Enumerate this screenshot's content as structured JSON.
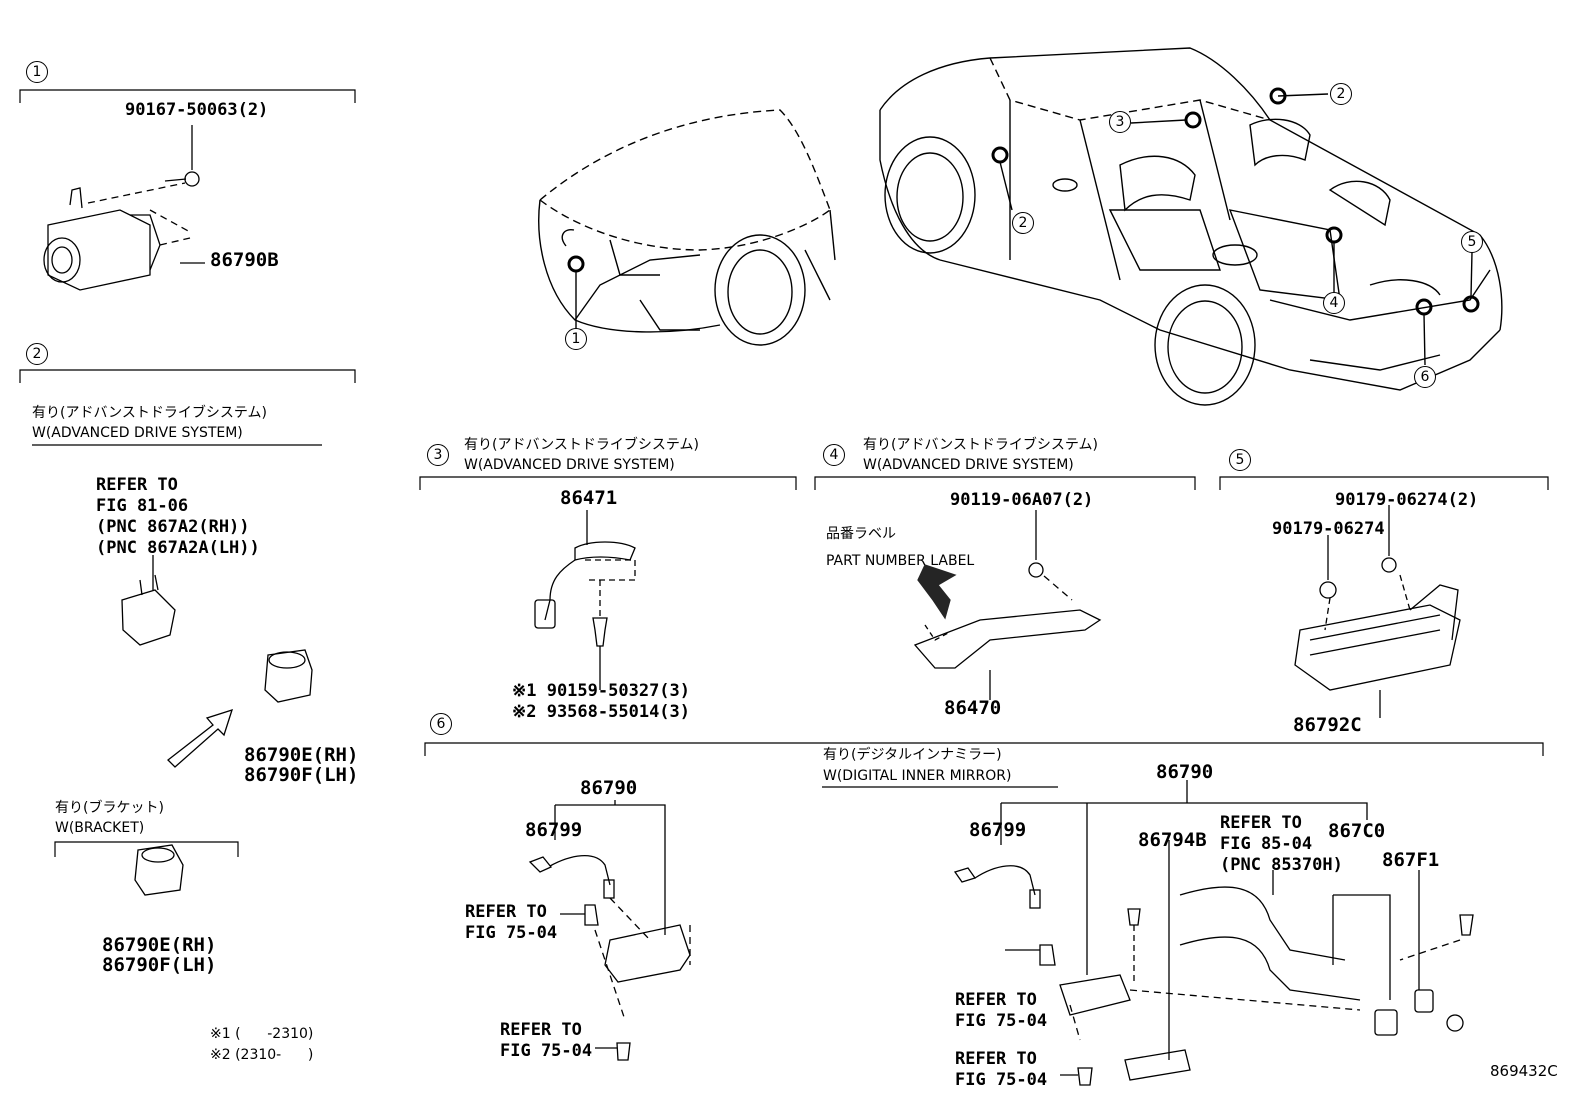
{
  "diagram_id": "869432C",
  "sections": {
    "s1": {
      "num": "1",
      "bolt": "90167-50063(2)",
      "part": "86790B"
    },
    "s2": {
      "num": "2",
      "jp": "有り(アドバンストドライブシステム)",
      "en": "W(ADVANCED DRIVE SYSTEM)",
      "refer_lines": [
        "REFER TO",
        "FIG 81-06",
        "(PNC 867A2(RH))",
        "(PNC 867A2A(LH))"
      ],
      "parts_a": [
        "86790E(RH)",
        "86790F(LH)"
      ],
      "bracket_jp": "有り(ブラケット)",
      "bracket_en": "W(BRACKET)",
      "parts_b": [
        "86790E(RH)",
        "86790F(LH)"
      ]
    },
    "s3": {
      "num": "3",
      "jp": "有り(アドバンストドライブシステム)",
      "en": "W(ADVANCED DRIVE SYSTEM)",
      "part": "86471",
      "screws": [
        "※1 90159-50327(3)",
        "※2 93568-55014(3)"
      ]
    },
    "s4": {
      "num": "4",
      "jp": "有り(アドバンストドライブシステム)",
      "en": "W(ADVANCED DRIVE SYSTEM)",
      "bolt": "90119-06A07(2)",
      "label_jp": "品番ラベル",
      "label_en": "PART NUMBER LABEL",
      "part": "86470"
    },
    "s5": {
      "num": "5",
      "nut_a": "90179-06274(2)",
      "nut_b": "90179-06274",
      "part": "86792C"
    },
    "s6": {
      "num": "6",
      "left_assy": "86790",
      "left_sub": "86799",
      "refer_a": [
        "REFER TO",
        "FIG 75-04"
      ],
      "refer_b": [
        "REFER TO",
        "FIG 75-04"
      ],
      "dim_jp": "有り(デジタルインナミラー)",
      "dim_en": "W(DIGITAL INNER MIRROR)",
      "right_assy": "86790",
      "right_sub": "86799",
      "part_b": "86794B",
      "refer_c": [
        "REFER TO",
        "FIG 85-04",
        "(PNC 85370H)"
      ],
      "part_c": "867C0",
      "part_f": "867F1",
      "refer_d": [
        "REFER TO",
        "FIG 75-04"
      ],
      "refer_e": [
        "REFER TO",
        "FIG 75-04"
      ]
    },
    "notes": [
      "※1 (      -2310)",
      "※2 (2310-      )"
    ]
  },
  "car_callouts": {
    "front": "1",
    "c2a": "2",
    "c2b": "2",
    "c3": "3",
    "c4": "4",
    "c5": "5",
    "c6": "6"
  }
}
